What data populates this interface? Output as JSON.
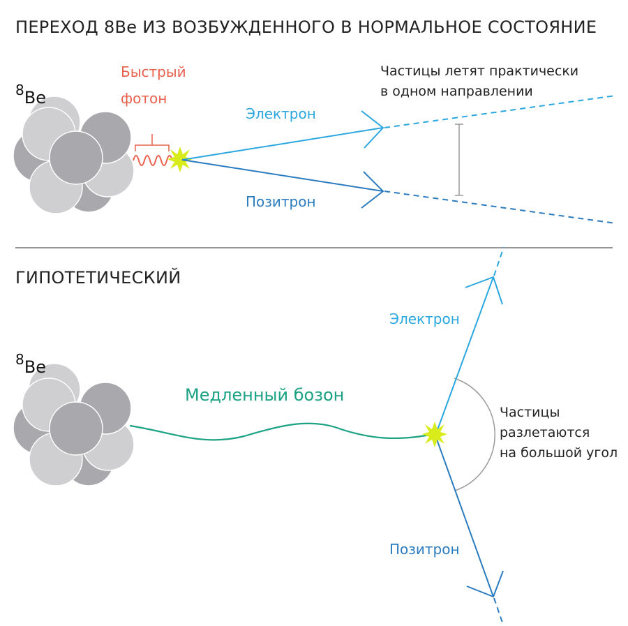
{
  "top_panel": {
    "title": "ПЕРЕХОД 8Ве ИЗ ВОЗБУЖДЕННОГО В НОРМАЛЬНОЕ СОСТОЯНИЕ",
    "isotope_mass": "8",
    "isotope_symbol": "Be",
    "photon_label_line1": "Быстрый",
    "photon_label_line2": "фотон",
    "electron_label": "Электрон",
    "positron_label": "Позитрон",
    "note_line1": "Частицы летят практически",
    "note_line2": "в одном направлении"
  },
  "bottom_panel": {
    "title": "ГИПОТЕТИЧЕСКИЙ",
    "isotope_mass": "8",
    "isotope_symbol": "Be",
    "boson_label": "Медленный бозон",
    "electron_label": "Электрон",
    "positron_label": "Позитрон",
    "note_line1": "Частицы",
    "note_line2": "разлетаются",
    "note_line3": "на большой угол"
  },
  "colors": {
    "electron": "#2aa7df",
    "positron": "#2b7bbf",
    "photon": "#e8604c",
    "boson": "#1aa283",
    "flash": "#d8ec1c",
    "nucleon_light": "#cfcfd1",
    "nucleon_dark": "#a9a9ad",
    "divider": "#555555",
    "guide": "#999999"
  },
  "icons": {
    "nucleus": "nucleus-icon",
    "flash": "flash-icon",
    "arrowhead": "arrowhead-icon"
  }
}
